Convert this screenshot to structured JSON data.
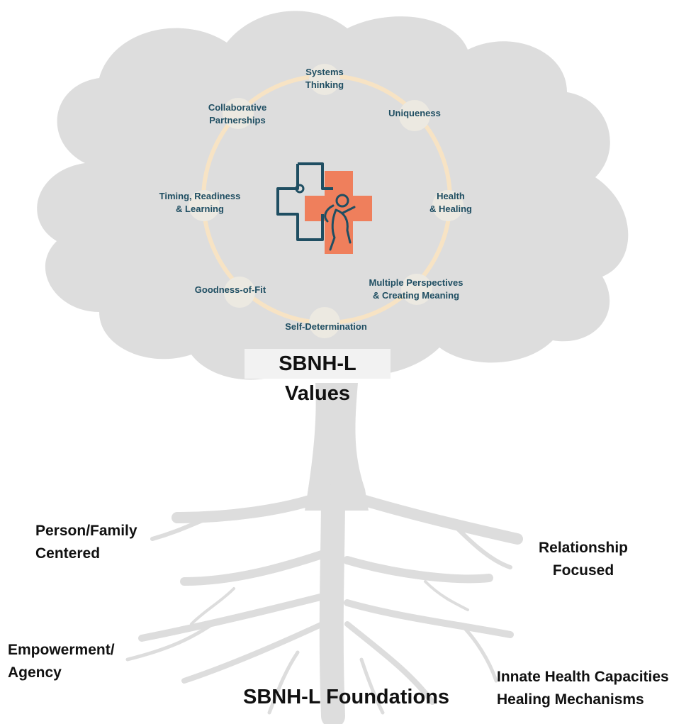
{
  "values": {
    "title": "SBNH-L Values",
    "items": [
      {
        "key": "systems",
        "label": "Systems\nThinking"
      },
      {
        "key": "uniqueness",
        "label": "Uniqueness"
      },
      {
        "key": "health",
        "label": "Health\n& Healing"
      },
      {
        "key": "multiple",
        "label": "Multiple Perspectives\n& Creating Meaning"
      },
      {
        "key": "selfdet",
        "label": "Self-Determination"
      },
      {
        "key": "goodness",
        "label": "Goodness-of-Fit"
      },
      {
        "key": "timing",
        "label": "Timing, Readiness\n& Learning"
      },
      {
        "key": "collab",
        "label": "Collaborative\nPartnerships"
      }
    ]
  },
  "foundations": {
    "title": "SBNH-L Foundations",
    "items": [
      {
        "key": "person",
        "label": "Person/Family\nCentered"
      },
      {
        "key": "relationship",
        "label": "Relationship\nFocused"
      },
      {
        "key": "empowerment",
        "label": "Empowerment/\nAgency"
      },
      {
        "key": "innate",
        "label": "Innate Health Capacities\nHealing Mechanisms"
      }
    ]
  },
  "colors": {
    "tree": "#dddddd",
    "ring": "#f7e3c4",
    "node": "#ece9e1",
    "value_text": "#1f4e62",
    "cross_outline": "#1f4e62",
    "cross_fill": "#ef7f5c"
  }
}
